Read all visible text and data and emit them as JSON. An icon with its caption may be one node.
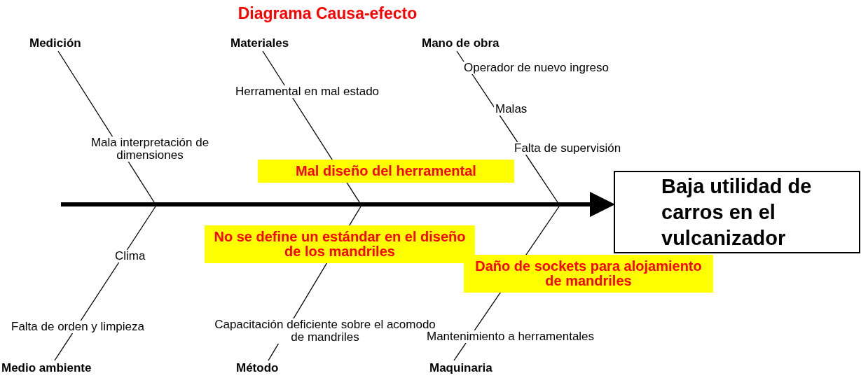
{
  "diagram": {
    "title": "Diagrama Causa-efecto",
    "nodes": [
      {
        "text": [
          "Medición"
        ]
      },
      {
        "text": [
          "Materiales"
        ]
      },
      {
        "text": [
          "Mano de obra"
        ]
      },
      {
        "text": [
          "Mal diseño del herramental"
        ]
      },
      {
        "text": [
          "Baja utilidad de carros en el vulcanizador"
        ]
      },
      {
        "text": [
          "No se define un estándar en el diseño de los mandriles"
        ]
      },
      {
        "text": [
          "Daño de sockets para alojamiento de mandriles"
        ]
      },
      {
        "text": [
          "Medio ambiente"
        ]
      },
      {
        "text": [
          "Método"
        ]
      },
      {
        "text": [
          "Maquinaria"
        ]
      }
    ],
    "edges": [
      {
        "from": null,
        "to": 4,
        "arrow": "to",
        "style": "thick"
      },
      {
        "from": 0,
        "to": null,
        "arrow": "none"
      },
      {
        "from": 1,
        "to": null,
        "arrow": "none"
      },
      {
        "from": 2,
        "to": null,
        "arrow": "none"
      },
      {
        "from": 7,
        "to": null,
        "arrow": "none"
      },
      {
        "from": 8,
        "to": null,
        "arrow": "none"
      },
      {
        "from": 9,
        "to": null,
        "arrow": "none"
      }
    ],
    "labels": [
      "Operador de nuevo ingreso",
      "Herramental en mal estado",
      "Malas",
      "Mala interpretación de dimensiones",
      "Falta de supervisión",
      "Clima",
      "Capacitación deficiente sobre el acomodo de mandriles",
      "Falta de orden y limpieza",
      "Mantenimiento a herramentales"
    ]
  }
}
